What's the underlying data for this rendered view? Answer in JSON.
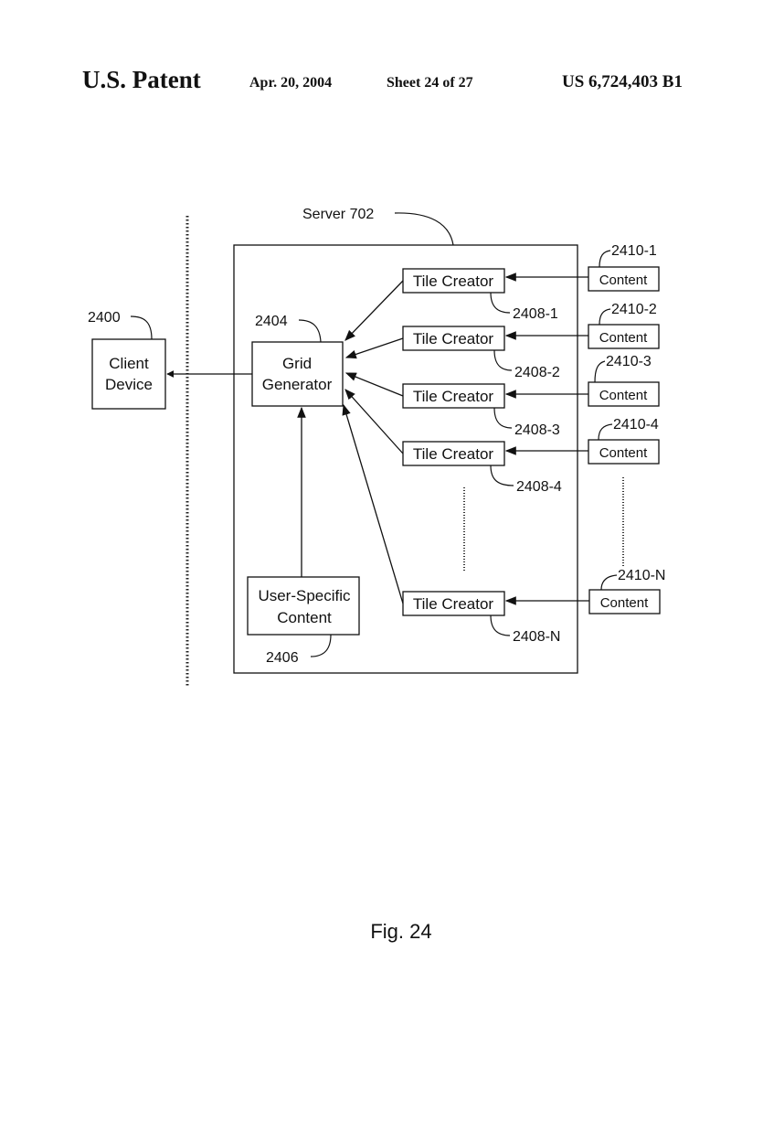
{
  "header": {
    "title": "U.S. Patent",
    "date": "Apr. 20, 2004",
    "sheet": "Sheet 24 of 27",
    "patent_number": "US 6,724,403 B1"
  },
  "diagram": {
    "server_label": "Server 702",
    "client": {
      "ref": "2400",
      "line1": "Client",
      "line2": "Device"
    },
    "grid": {
      "ref": "2404",
      "line1": "Grid",
      "line2": "Generator"
    },
    "user_content": {
      "ref": "2406",
      "line1": "User-Specific",
      "line2": "Content"
    },
    "tile_creators": [
      {
        "label": "Tile Creator",
        "ref": "2408-1"
      },
      {
        "label": "Tile Creator",
        "ref": "2408-2"
      },
      {
        "label": "Tile Creator",
        "ref": "2408-3"
      },
      {
        "label": "Tile Creator",
        "ref": "2408-4"
      },
      {
        "label": "Tile Creator",
        "ref": "2408-N"
      }
    ],
    "contents": [
      {
        "label": "Content",
        "ref": "2410-1"
      },
      {
        "label": "Content",
        "ref": "2410-2"
      },
      {
        "label": "Content",
        "ref": "2410-3"
      },
      {
        "label": "Content",
        "ref": "2410-4"
      },
      {
        "label": "Content",
        "ref": "2410-N"
      }
    ]
  },
  "figure_caption": "Fig. 24"
}
